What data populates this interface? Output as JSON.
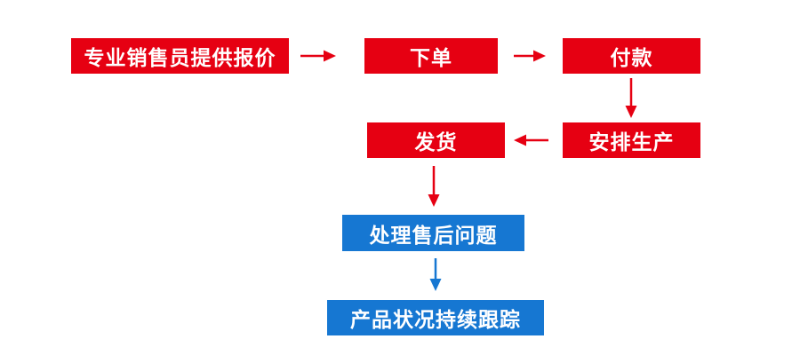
{
  "colors": {
    "red": "#e60012",
    "blue": "#1677d2",
    "background": "#ffffff",
    "node_text": "#ffffff"
  },
  "flowchart": {
    "nodes": [
      {
        "id": "quote",
        "label": "专业销售员提供报价",
        "color_role": "red"
      },
      {
        "id": "order",
        "label": "下单",
        "color_role": "red"
      },
      {
        "id": "payment",
        "label": "付款",
        "color_role": "red"
      },
      {
        "id": "production",
        "label": "安排生产",
        "color_role": "red"
      },
      {
        "id": "shipping",
        "label": "发货",
        "color_role": "red"
      },
      {
        "id": "aftersales",
        "label": "处理售后问题",
        "color_role": "blue"
      },
      {
        "id": "tracking",
        "label": "产品状况持续跟踪",
        "color_role": "blue"
      }
    ],
    "edges": [
      {
        "from": "quote",
        "to": "order",
        "direction": "right",
        "color_role": "red"
      },
      {
        "from": "order",
        "to": "payment",
        "direction": "right",
        "color_role": "red"
      },
      {
        "from": "payment",
        "to": "production",
        "direction": "down",
        "color_role": "red"
      },
      {
        "from": "production",
        "to": "shipping",
        "direction": "left",
        "color_role": "red"
      },
      {
        "from": "shipping",
        "to": "aftersales",
        "direction": "down",
        "color_role": "red"
      },
      {
        "from": "aftersales",
        "to": "tracking",
        "direction": "down",
        "color_role": "blue"
      }
    ]
  }
}
